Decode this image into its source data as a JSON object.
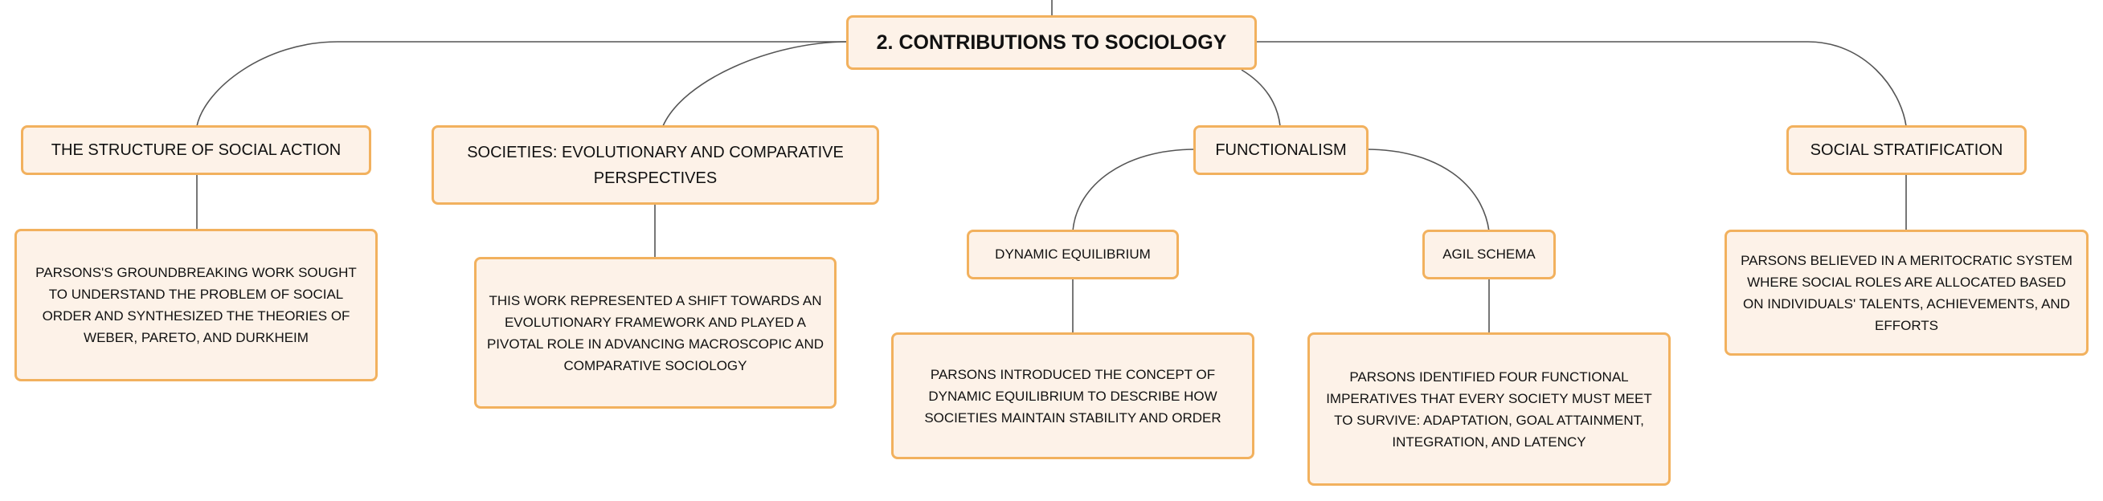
{
  "root": {
    "label": "2. CONTRIBUTIONS TO SOCIOLOGY"
  },
  "branches": [
    {
      "label": "THE STRUCTURE OF SOCIAL ACTION",
      "detail": "PARSONS'S GROUNDBREAKING WORK SOUGHT TO UNDERSTAND THE PROBLEM OF SOCIAL ORDER AND SYNTHESIZED THE THEORIES OF WEBER, PARETO, AND DURKHEIM"
    },
    {
      "label": "SOCIETIES: EVOLUTIONARY AND COMPARATIVE PERSPECTIVES",
      "detail": "THIS WORK REPRESENTED A SHIFT TOWARDS AN EVOLUTIONARY FRAMEWORK AND PLAYED A PIVOTAL ROLE IN ADVANCING MACROSCOPIC AND COMPARATIVE SOCIOLOGY"
    },
    {
      "label": "FUNCTIONALISM",
      "children": [
        {
          "label": "DYNAMIC EQUILIBRIUM",
          "detail": "PARSONS INTRODUCED THE CONCEPT OF DYNAMIC EQUILIBRIUM TO DESCRIBE HOW SOCIETIES MAINTAIN STABILITY AND ORDER"
        },
        {
          "label": "AGIL SCHEMA",
          "detail": "PARSONS IDENTIFIED FOUR FUNCTIONAL IMPERATIVES THAT EVERY SOCIETY MUST MEET TO SURVIVE: ADAPTATION, GOAL ATTAINMENT, INTEGRATION, AND LATENCY"
        }
      ]
    },
    {
      "label": "SOCIAL STRATIFICATION",
      "detail": "PARSONS BELIEVED IN A MERITOCRATIC SYSTEM WHERE SOCIAL ROLES ARE ALLOCATED BASED ON INDIVIDUALS' TALENTS, ACHIEVEMENTS, AND EFFORTS"
    }
  ],
  "colors": {
    "node_fill": "#fdf2e8",
    "node_border": "#f2b15e",
    "connector": "#555555",
    "text": "#111111"
  }
}
